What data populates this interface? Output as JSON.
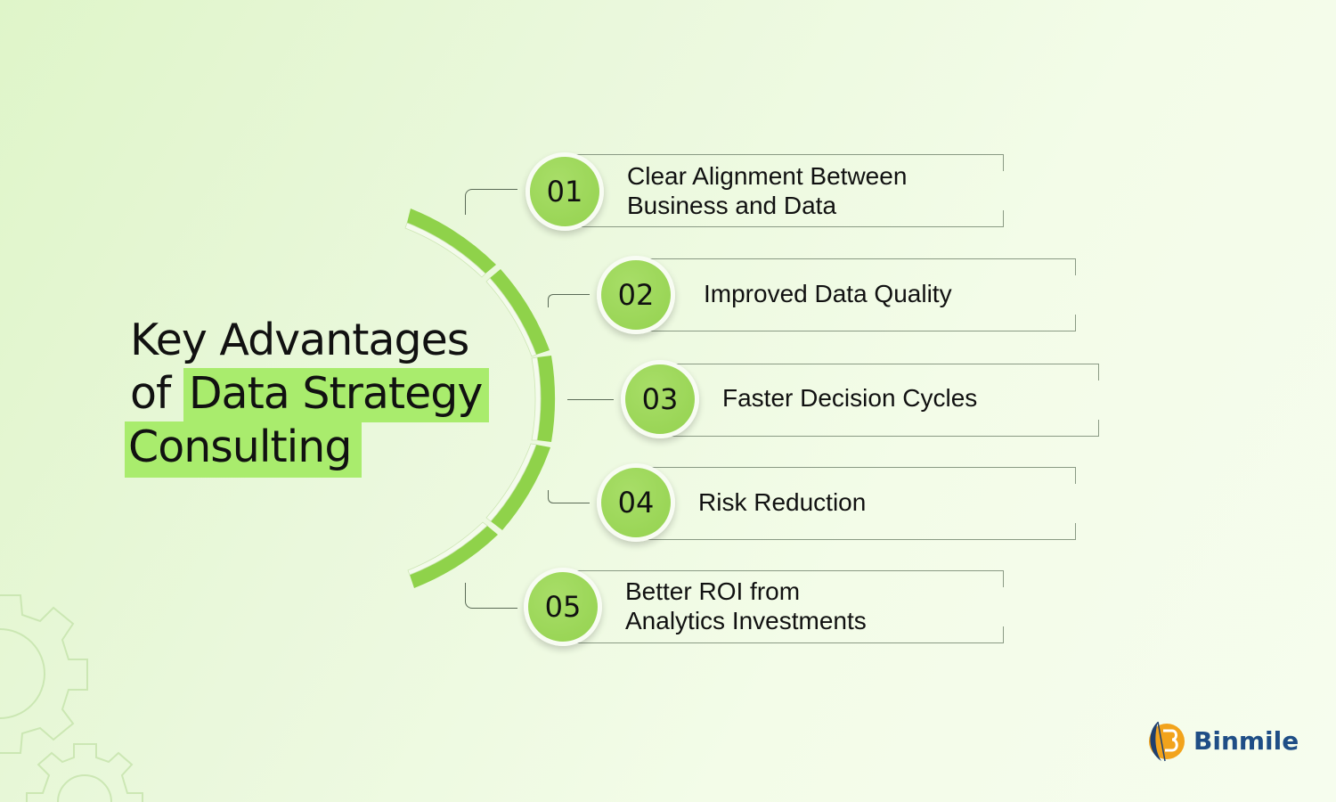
{
  "title": {
    "line1": "Key Advantages",
    "line2_prefix": "of",
    "line2_highlight": "Data Strategy",
    "line3_highlight": "Consulting"
  },
  "colors": {
    "accent_green": "#a9ec6d",
    "circle_green": "#9ad657",
    "arc_green": "#8fd24a",
    "text": "#111111",
    "border": "#8a9a84",
    "logo_blue": "#1f4e86",
    "logo_orange": "#f2a31c"
  },
  "items": [
    {
      "number": "01",
      "label_line1": "Clear Alignment Between",
      "label_line2": "Business and Data"
    },
    {
      "number": "02",
      "label_line1": "Improved Data Quality",
      "label_line2": ""
    },
    {
      "number": "03",
      "label_line1": "Faster Decision Cycles",
      "label_line2": ""
    },
    {
      "number": "04",
      "label_line1": "Risk Reduction",
      "label_line2": ""
    },
    {
      "number": "05",
      "label_line1": "Better ROI from",
      "label_line2": "Analytics Investments"
    }
  ],
  "logo": {
    "text": "Binmile",
    "icon": "binmile-b-icon"
  },
  "decorations": {
    "icon": "gear-icon"
  }
}
